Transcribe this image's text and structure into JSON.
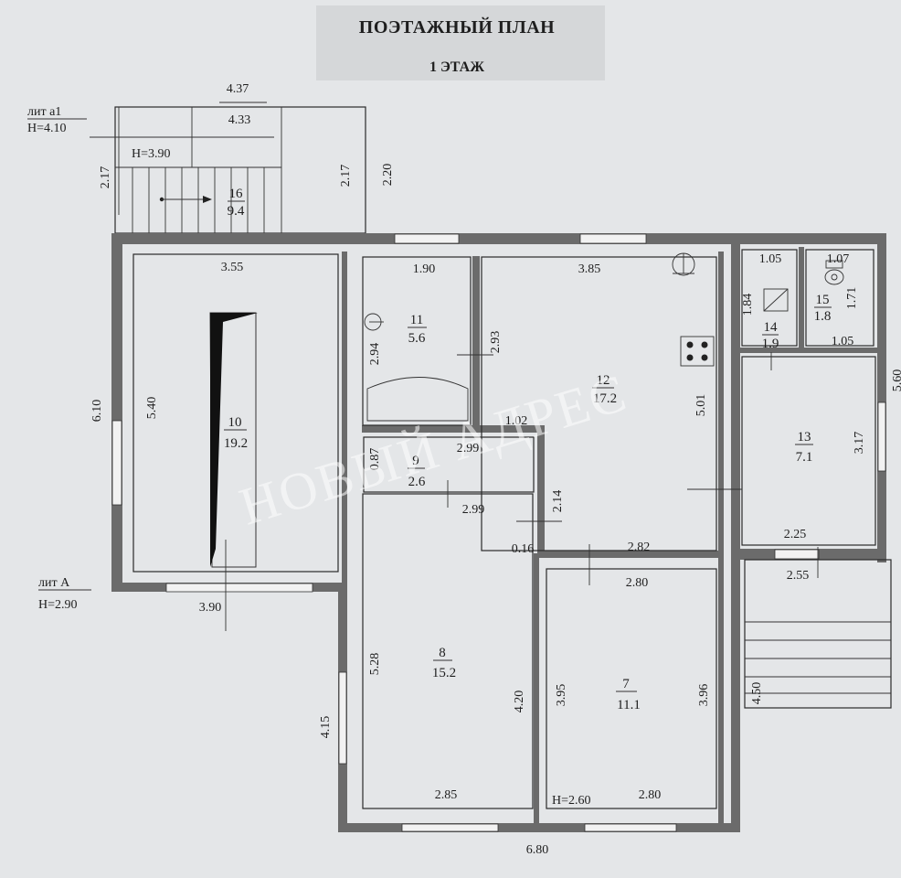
{
  "header": {
    "title": "ПОЭТАЖНЫЙ ПЛАН",
    "floor": "1 ЭТАЖ"
  },
  "watermark": "НОВЫЙ АДРЕС",
  "labels": {
    "lit_a1": "лит а1",
    "h_a1": "H=4.10",
    "h_porch": "H=3.90",
    "lit_a": "лит A",
    "h_a": "H=2.90",
    "h_room": "H=2.60"
  },
  "rooms": [
    {
      "num": "16",
      "area": "9.4"
    },
    {
      "num": "10",
      "area": "19.2"
    },
    {
      "num": "11",
      "area": "5.6"
    },
    {
      "num": "12",
      "area": "17.2"
    },
    {
      "num": "14",
      "area": "1.9"
    },
    {
      "num": "15",
      "area": "1.8"
    },
    {
      "num": "13",
      "area": "7.1"
    },
    {
      "num": "9",
      "area": "2.6"
    },
    {
      "num": "8",
      "area": "15.2"
    },
    {
      "num": "7",
      "area": "11.1"
    }
  ],
  "dims": {
    "a1_top": "4.37",
    "a1_inner": "4.33",
    "a1_left": "2.17",
    "a1_right": "2.17",
    "a1_outer": "2.20",
    "r10_top": "3.55",
    "r10_left": "5.40",
    "outer_left": "6.10",
    "r10_bottom": "3.90",
    "r11_top": "1.90",
    "r11_left": "2.94",
    "r11_right": "2.93",
    "r12_top": "3.85",
    "r12_right": "5.01",
    "r12_mid": "1.02",
    "r14_top": "1.05",
    "r14_left": "1.84",
    "r15_top": "1.07",
    "r15_right": "1.71",
    "r15_bottom": "1.05",
    "r13_right": "3.17",
    "r13_bottom": "2.25",
    "porch_bottom": "2.55",
    "r9_top": "2.99",
    "r9_left": "0.87",
    "r9_bottom": "2.99",
    "r9_right": "2.14",
    "gap": "0.16",
    "r7_top_a": "2.82",
    "r7_top_b": "2.80",
    "r8_left": "5.28",
    "r8_right": "4.20",
    "r8_bottom": "2.85",
    "outer_left2": "4.15",
    "r7_left": "3.95",
    "r7_right": "3.96",
    "r7_bottom": "2.80",
    "porch_side": "4.50",
    "right_edge": "5.60",
    "total_bottom": "6.80"
  }
}
